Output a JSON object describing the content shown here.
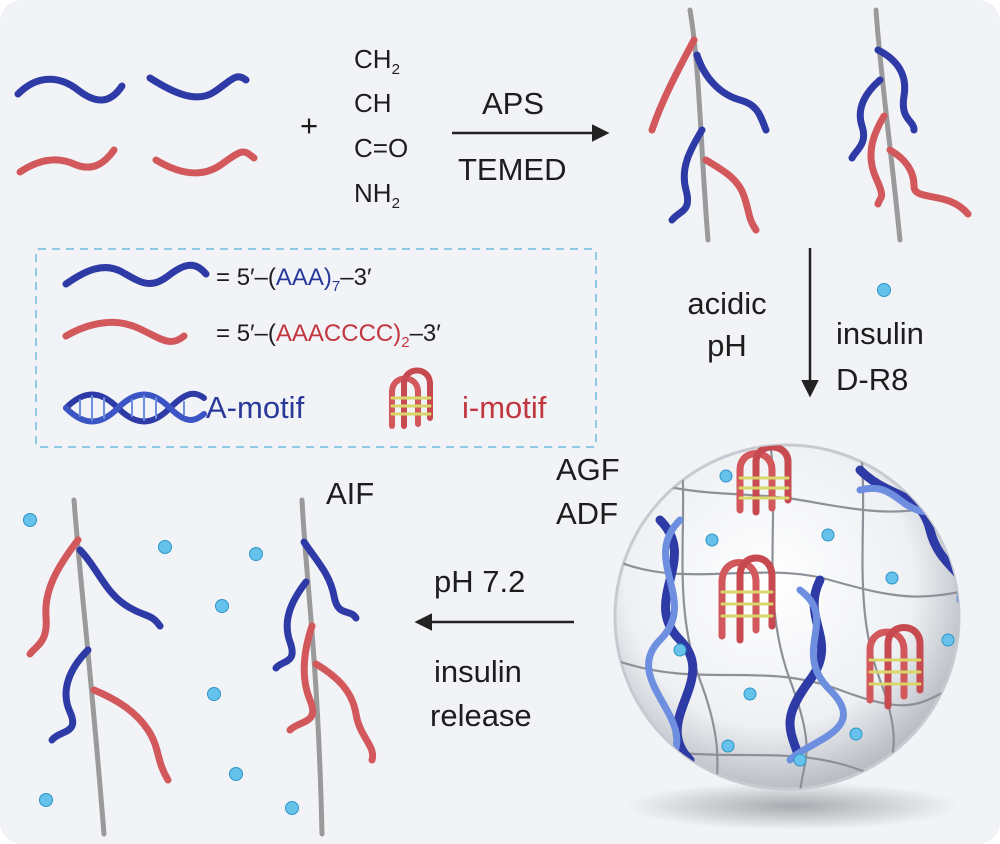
{
  "colors": {
    "dna_a": "#2e3aa6",
    "dna_c": "#d2585c",
    "backbone": "#9a9a9a",
    "insulin": "#66c2ea",
    "ladder": "#d8d86a",
    "legend_border": "#8ec9e6",
    "label_blue": "#2a3a9a",
    "label_red": "#c1363f"
  },
  "monomer": {
    "plus": "+",
    "top": "CH",
    "top_sub": "2",
    "middle": "CH",
    "carbonyl": "C=O",
    "bottom": "NH",
    "bottom_sub": "2"
  },
  "step1": {
    "above": "APS",
    "below": "TEMED"
  },
  "step2": {
    "left_line1": "acidic",
    "left_line2": "pH",
    "right_line1": "insulin",
    "right_line2": "D-R8"
  },
  "step3": {
    "above": "pH 7.2",
    "below_line1": "insulin",
    "below_line2": "release"
  },
  "legend": {
    "eq": "=",
    "row1_prefix": "5′–(",
    "row1_seq": "AAA",
    "row1_sub": "7",
    "row1_suffix": "–3′",
    "row2_prefix": "5′–(",
    "row2_seq": "AAACCCC",
    "row2_sub": "2",
    "row2_suffix": "–3′",
    "a_motif": "A-motif",
    "i_motif": "i-motif"
  },
  "gel_labels": {
    "line1": "AGF",
    "line2": "ADF"
  },
  "aif_label": "AIF",
  "icons": [
    "dna-strand-icon",
    "a-motif-icon",
    "i-motif-icon",
    "insulin-dot-icon",
    "arrow-icon"
  ]
}
